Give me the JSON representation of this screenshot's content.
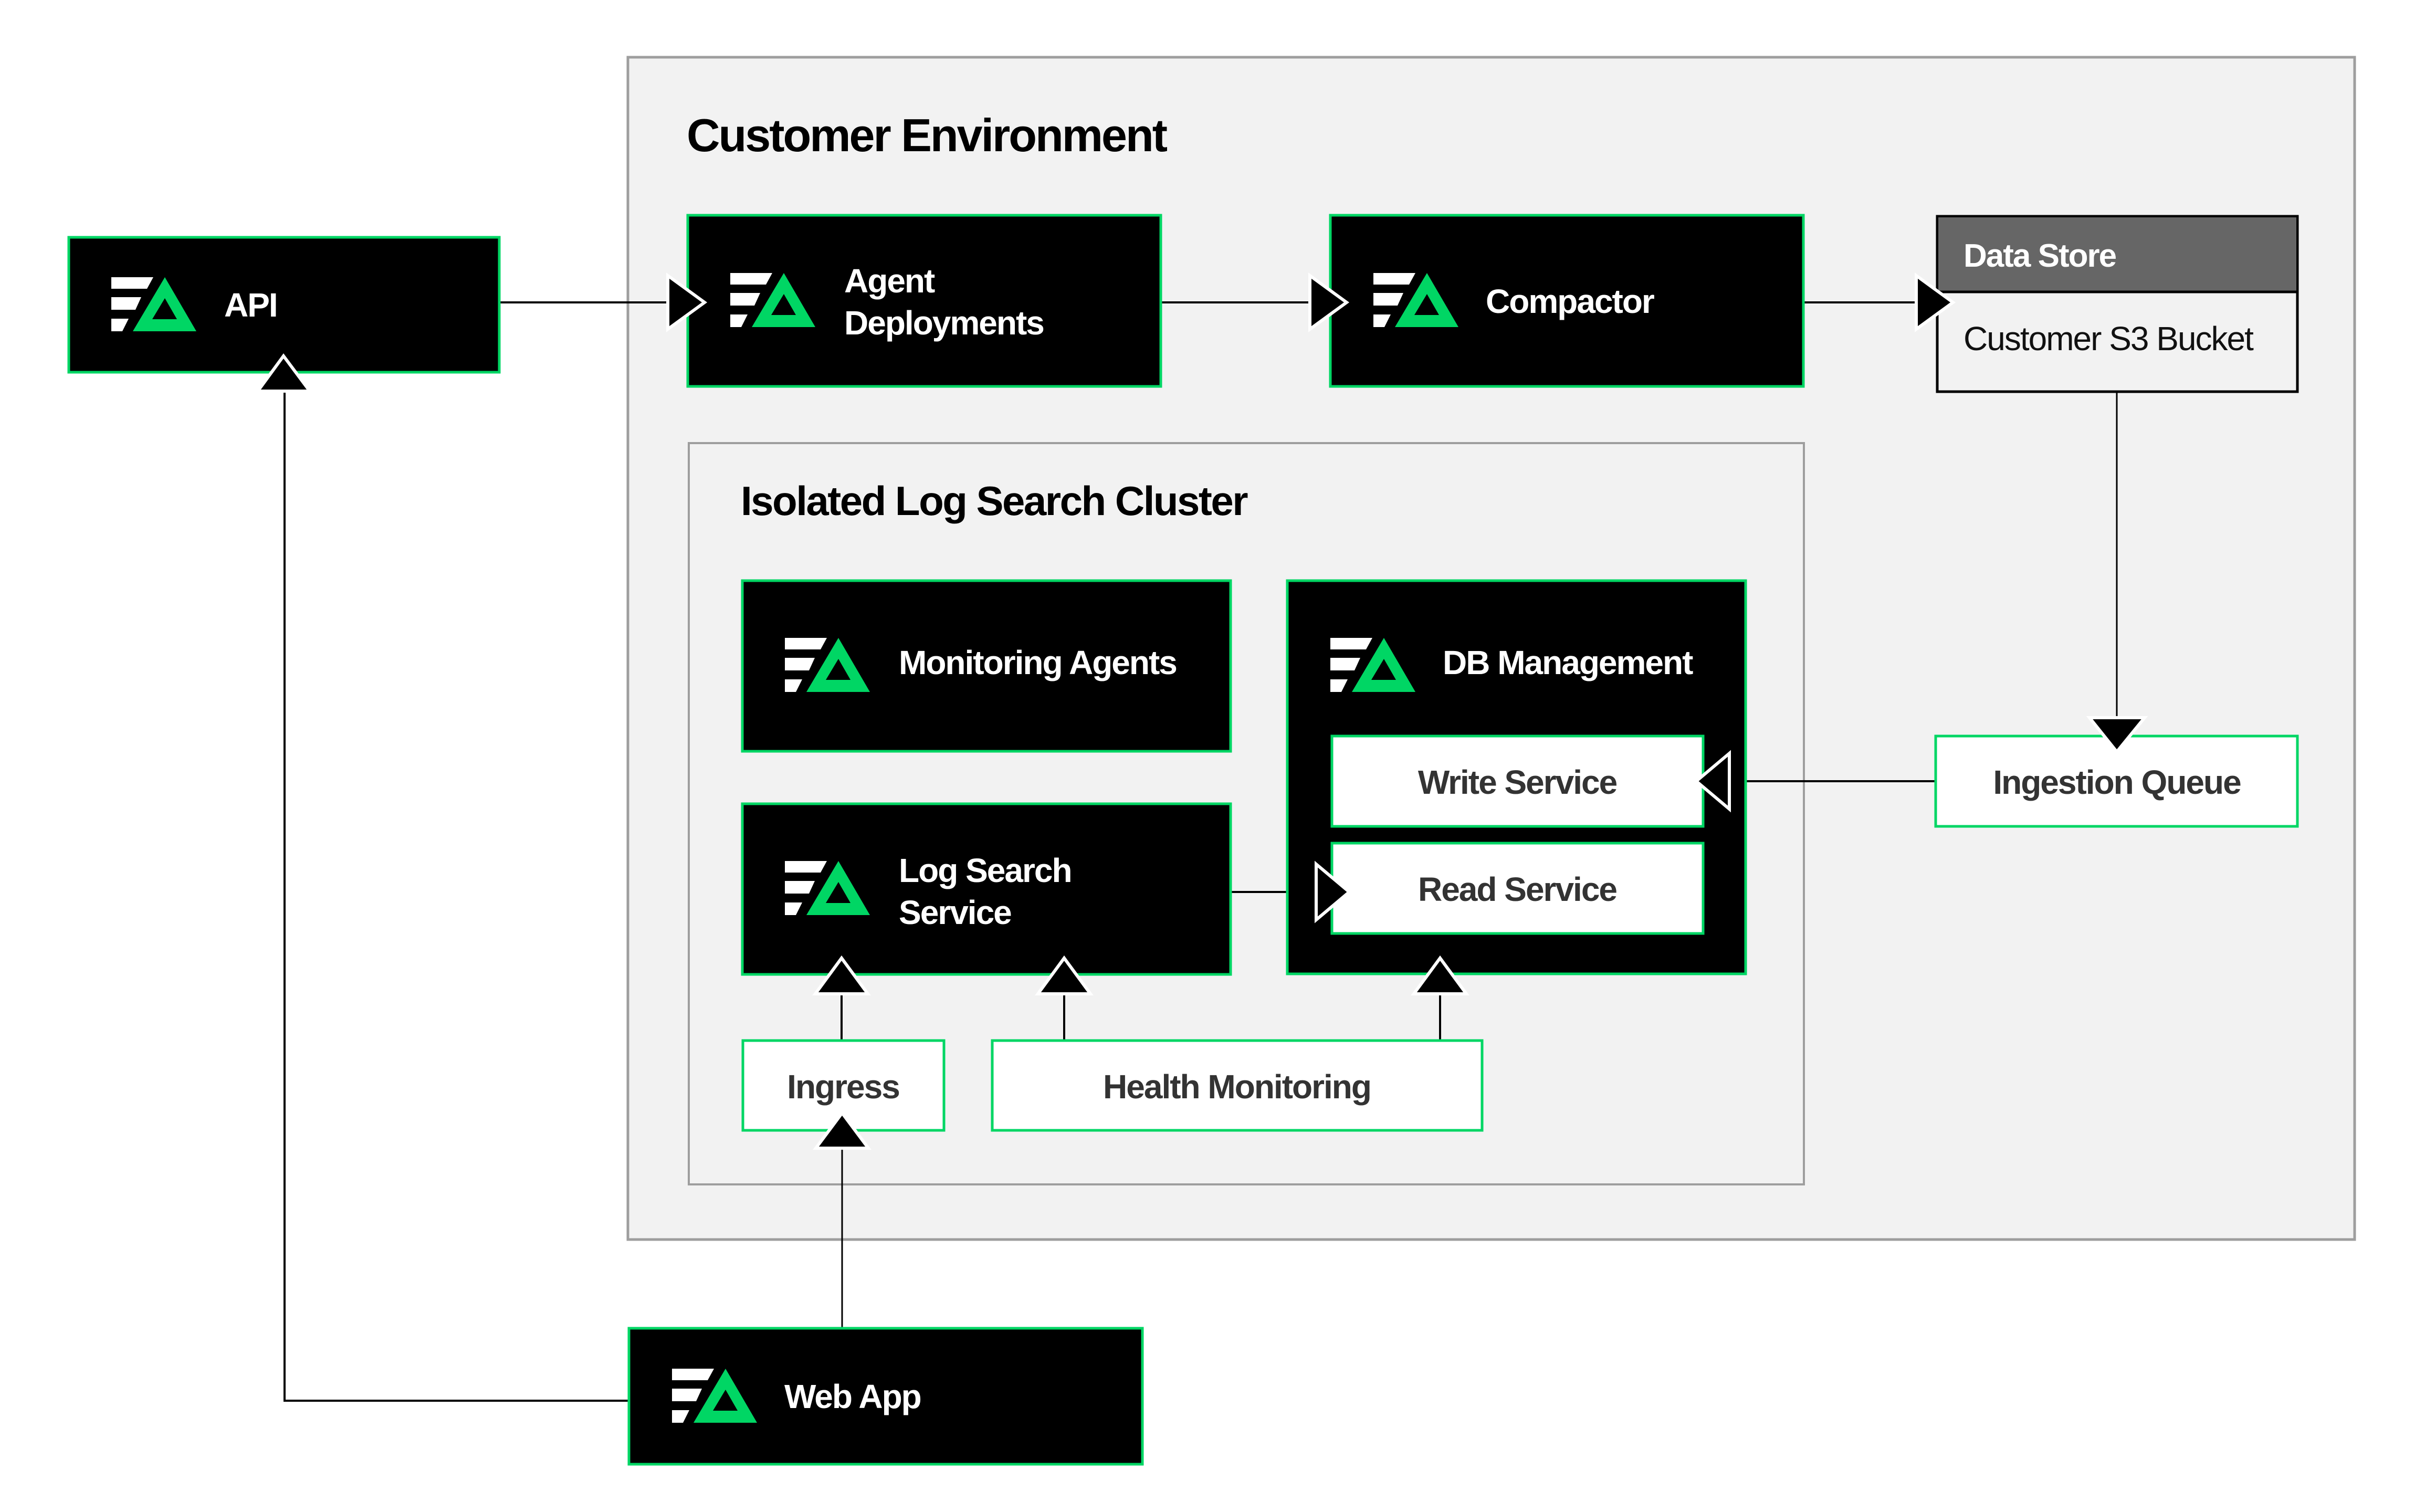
{
  "theme": {
    "accent_green": "#00D664",
    "dark_box": "#000000",
    "container_bg": "#F2F2F2",
    "container_border": "#9E9E9E",
    "datastore_header": "#666666",
    "light_box_text": "#333333"
  },
  "containers": {
    "customer_environment": {
      "title": "Customer Environment"
    },
    "log_search_cluster": {
      "title": "Isolated Log Search Cluster"
    }
  },
  "nodes": {
    "api": {
      "label": "API",
      "icon": "brand-logo-icon"
    },
    "agent_deployments": {
      "label_line1": "Agent",
      "label_line2": "Deployments",
      "icon": "brand-logo-icon"
    },
    "compactor": {
      "label": "Compactor",
      "icon": "brand-logo-icon"
    },
    "data_store": {
      "header": "Data Store",
      "body": "Customer S3 Bucket"
    },
    "monitoring_agents": {
      "label": "Monitoring Agents",
      "icon": "brand-logo-icon"
    },
    "db_management": {
      "label": "DB Management",
      "icon": "brand-logo-icon"
    },
    "write_service": {
      "label": "Write Service"
    },
    "read_service": {
      "label": "Read Service"
    },
    "log_search_service": {
      "label_line1": "Log Search",
      "label_line2": "Service",
      "icon": "brand-logo-icon"
    },
    "ingestion_queue": {
      "label": "Ingestion Queue"
    },
    "ingress": {
      "label": "Ingress"
    },
    "health_monitoring": {
      "label": "Health Monitoring"
    },
    "web_app": {
      "label": "Web App",
      "icon": "brand-logo-icon"
    }
  },
  "edges": [
    {
      "from": "API",
      "to": "Agent Deployments"
    },
    {
      "from": "Agent Deployments",
      "to": "Compactor"
    },
    {
      "from": "Compactor",
      "to": "Data Store"
    },
    {
      "from": "Data Store",
      "to": "Ingestion Queue"
    },
    {
      "from": "Ingestion Queue",
      "to": "Write Service"
    },
    {
      "from": "Log Search Service",
      "to": "Read Service"
    },
    {
      "from": "Ingress",
      "to": "Log Search Service"
    },
    {
      "from": "Health Monitoring",
      "to": "Log Search Service"
    },
    {
      "from": "Health Monitoring",
      "to": "DB Management"
    },
    {
      "from": "Web App",
      "to": "Ingress"
    },
    {
      "from": "Web App",
      "to": "API"
    }
  ]
}
